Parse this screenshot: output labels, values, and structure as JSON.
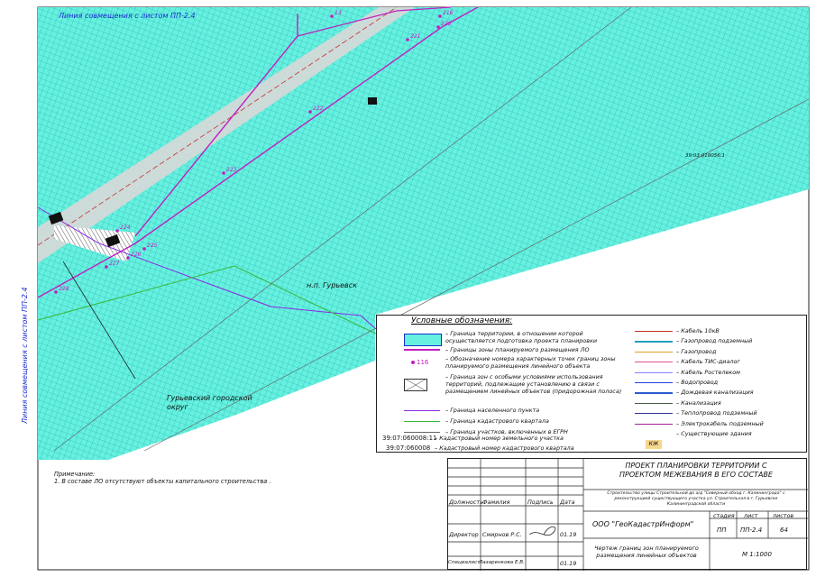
{
  "map": {
    "match_line_top": "Линия совмещения с листом ПП-2.4",
    "match_line_left": "Линия совмещения с листом ПП-2.4",
    "settlement": "н.п. Гурьевск",
    "district": "Гурьевский городской\nокруг",
    "parcel_label": "39:03:010056:1",
    "points": [
      "13",
      "216",
      "220",
      "221",
      "222",
      "223",
      "224",
      "225",
      "226",
      "227",
      "228"
    ],
    "colors": {
      "territory": "#66f0e0",
      "hatch": "#1aa9a0",
      "road": "#d8d8d8",
      "boundary": "#c020c0",
      "settlement": "#8a2be2",
      "cadastral": "#38b838"
    }
  },
  "legend": {
    "title": "Условные обозначения:",
    "left": [
      "– Граница территории, в отношении которой\nосуществляется подготовка проекта планировки",
      "– Границы зоны планируемого размещения ЛО",
      "– Обозначение номера характерных точек границ зоны\nпланируемого размещения линейного объекта",
      "– Граница зон с особыми условиями использования\nтерриторий, подлежащие установлению в связи с\nразмещением линейных объектов (придорожная полоса)",
      "– Граница населенного пункта",
      "– Граница кадастрового квартала",
      "– Граница участков, включенных в ЕГРН",
      "– Кадастровый номер земельного участка",
      "– Кадастровый номер кадастрового квартала"
    ],
    "point_sample": "116",
    "parcel_sample": "39:07:060008:11",
    "quarter_sample": "39:07:060008",
    "right": [
      "– Кабель 10кВ",
      "– Газопровод подземный",
      "– Газопровод",
      "– Кабель ТИС-диалог",
      "– Кабель Ростелеком",
      "– Водопровод",
      "– Дождевая канализация",
      "– Канализация",
      "– Теплопровод подземный",
      "– Электрокабель подземный",
      "– Существующие здания"
    ],
    "building_tag": "КЖ"
  },
  "note": {
    "heading": "Примечание:",
    "text": "1. В составе ЛО отсутствуют объекты капитального строительства ."
  },
  "stamp": {
    "title": "ПРОЕКТ ПЛАНИРОВКИ ТЕРРИТОРИИ С\nПРОЕКТОМ МЕЖЕВАНИЯ В ЕГО СОСТАВЕ",
    "subtitle": "Строительство улицы Строительной до а/д \"Северный обход г. Калининграда\" с\nреконструкцией существующего участка ул. Строительная в г. Гурьевске\nКалининградской области",
    "cols": [
      "Должность",
      "Фамилия",
      "Подпись",
      "Дата"
    ],
    "company": "ООО \"ГеоКадастрИнформ\"",
    "stage_h": "стадия",
    "sheet_h": "лист",
    "sheets_h": "листов",
    "stage": "ПП",
    "sheet": "ПП-2.4",
    "sheets": "64",
    "rows": [
      {
        "role": "Директор",
        "name": "Смирнов Р.С.",
        "date": "01.19"
      },
      {
        "role": "Специалист",
        "name": "Лазаренкова Е.В.",
        "date": "01.19"
      }
    ],
    "drawing": "Чертеж границ зон планируемого\nразмещения линейных объектов",
    "scale": "М 1:1000"
  }
}
